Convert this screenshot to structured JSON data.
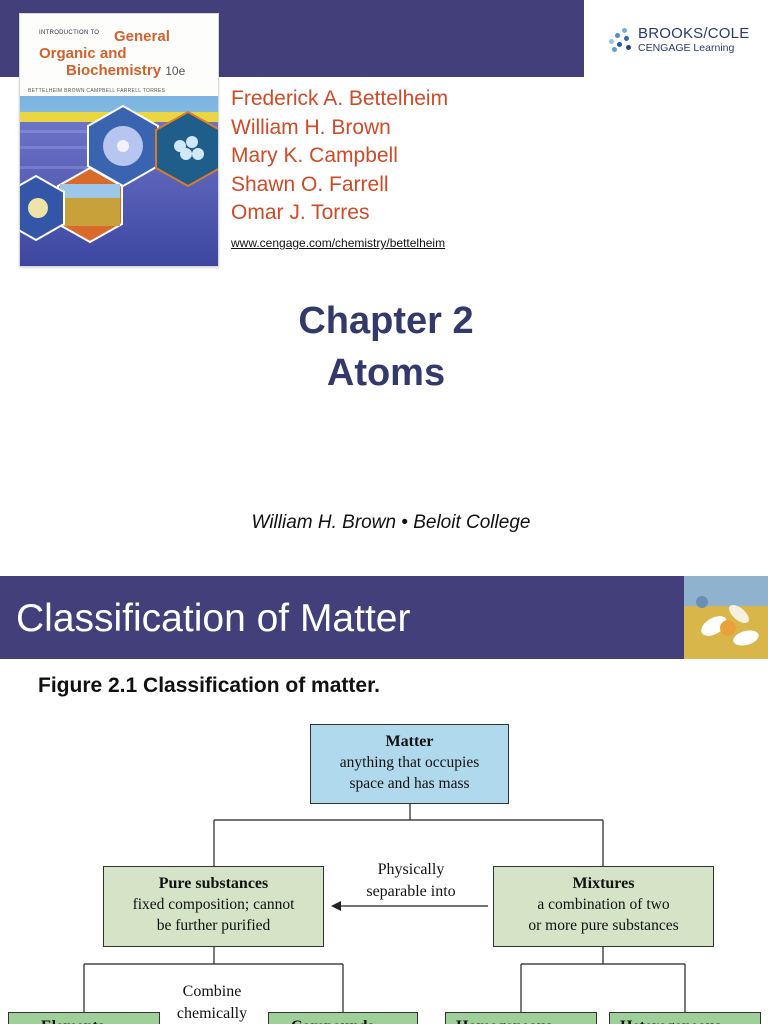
{
  "slide1": {
    "publisher": {
      "name": "BROOKS/COLE",
      "sub": "CENGAGE Learning"
    },
    "book": {
      "intro": "INTRODUCTION TO",
      "line1": "General",
      "line2": "Organic and",
      "line3": "Biochemistry",
      "edition": "10e",
      "authors_small": "BETTELHEIM  BROWN  CAMPBELL  FARRELL  TORRES"
    },
    "authors": [
      "Frederick A. Bettelheim",
      "William H. Brown",
      "Mary K. Campbell",
      "Shawn O. Farrell",
      "Omar J. Torres"
    ],
    "url": "www.cengage.com/chemistry/bettelheim",
    "chapter_number": "Chapter 2",
    "chapter_title": "Atoms",
    "byline": "William H. Brown • Beloit College"
  },
  "slide2": {
    "title": "Classification of Matter",
    "figure_caption": "Figure 2.1  Classification of matter.",
    "diagram": {
      "matter": {
        "heading": "Matter",
        "line1": "anything that occupies",
        "line2": "space and has mass"
      },
      "pure": {
        "heading": "Pure substances",
        "line1": "fixed composition; cannot",
        "line2": "be further purified"
      },
      "mixtures": {
        "heading": "Mixtures",
        "line1": "a combination of two",
        "line2": "or more pure substances"
      },
      "separable_label": {
        "line1": "Physically",
        "line2": "separable into"
      },
      "combine_label": {
        "line1": "Combine",
        "line2": "chemically"
      },
      "elements": "Elements",
      "compounds": "Compounds",
      "homogeneous": "Homogeneous",
      "heterogeneous": "Heterogeneous"
    }
  },
  "colors": {
    "band": "#433f7a",
    "author_text": "#cf4a27",
    "chapter_text": "#333a6b",
    "matter_box": "#b0d9ee",
    "substance_box": "#d5e3c6",
    "leaf_box": "#9fd09a"
  }
}
